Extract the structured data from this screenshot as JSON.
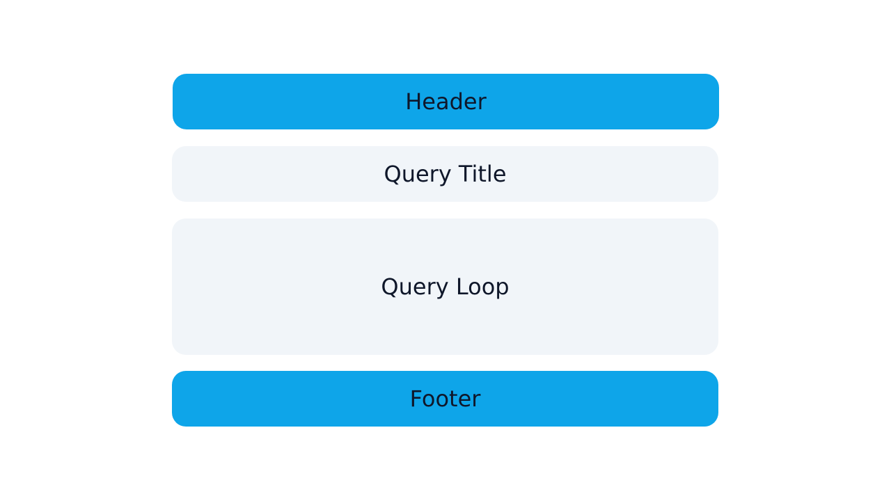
{
  "colors": {
    "accent": "#0ea5e9",
    "muted": "#f1f5f9",
    "text": "#0f172a",
    "background": "#ffffff"
  },
  "blocks": [
    {
      "label": "Header",
      "style": "accent"
    },
    {
      "label": "Query Title",
      "style": "muted"
    },
    {
      "label": "Query Loop",
      "style": "muted"
    },
    {
      "label": "Footer",
      "style": "accent"
    }
  ]
}
